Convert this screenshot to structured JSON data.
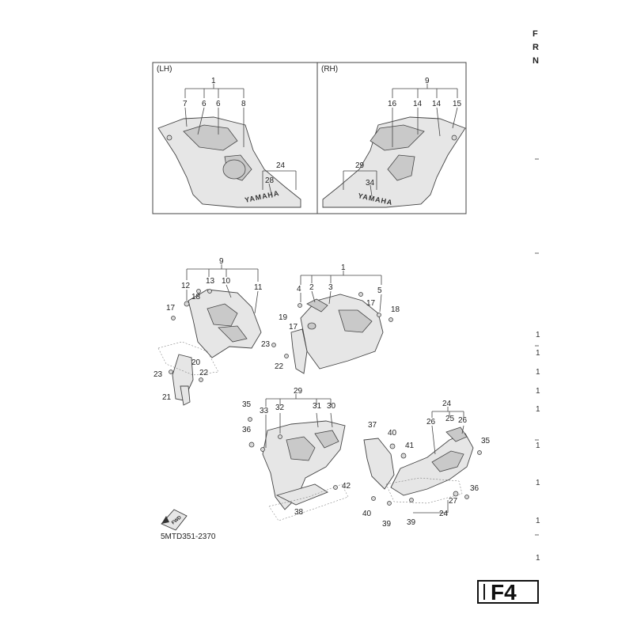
{
  "edge_letters": [
    "F",
    "R",
    "N"
  ],
  "panels": {
    "lh": {
      "label": "(LH)",
      "brand": "YAMAHA",
      "callouts": [
        "1",
        "7",
        "6",
        "6",
        "8",
        "24",
        "28"
      ]
    },
    "rh": {
      "label": "(RH)",
      "brand": "YAMAHA",
      "callouts": [
        "9",
        "16",
        "14",
        "14",
        "15",
        "29",
        "34"
      ]
    }
  },
  "upper_left_assembly": {
    "callouts": [
      "9",
      "12",
      "13",
      "10",
      "11",
      "18",
      "17",
      "20",
      "23",
      "22",
      "21"
    ]
  },
  "upper_right_assembly": {
    "callouts": [
      "1",
      "4",
      "2",
      "3",
      "5",
      "18",
      "17",
      "19",
      "17",
      "23",
      "22"
    ]
  },
  "lower_left_assembly": {
    "callouts": [
      "29",
      "35",
      "33",
      "32",
      "31",
      "30",
      "36",
      "42",
      "38"
    ]
  },
  "lower_right_assembly": {
    "callouts": [
      "24",
      "26",
      "25",
      "26",
      "37",
      "40",
      "41",
      "35",
      "36",
      "27",
      "40",
      "39",
      "39",
      "24"
    ]
  },
  "fwd_label": "FWD",
  "figure_code": "5MTD351-2370",
  "right_edge_numbers": [
    "1",
    "1",
    "1",
    "1",
    "1",
    "1",
    "1",
    "1",
    "1"
  ],
  "section_tab": "F4",
  "colors": {
    "ink": "#222222",
    "part_fill": "#e6e6e6",
    "panel_border": "#444444"
  }
}
